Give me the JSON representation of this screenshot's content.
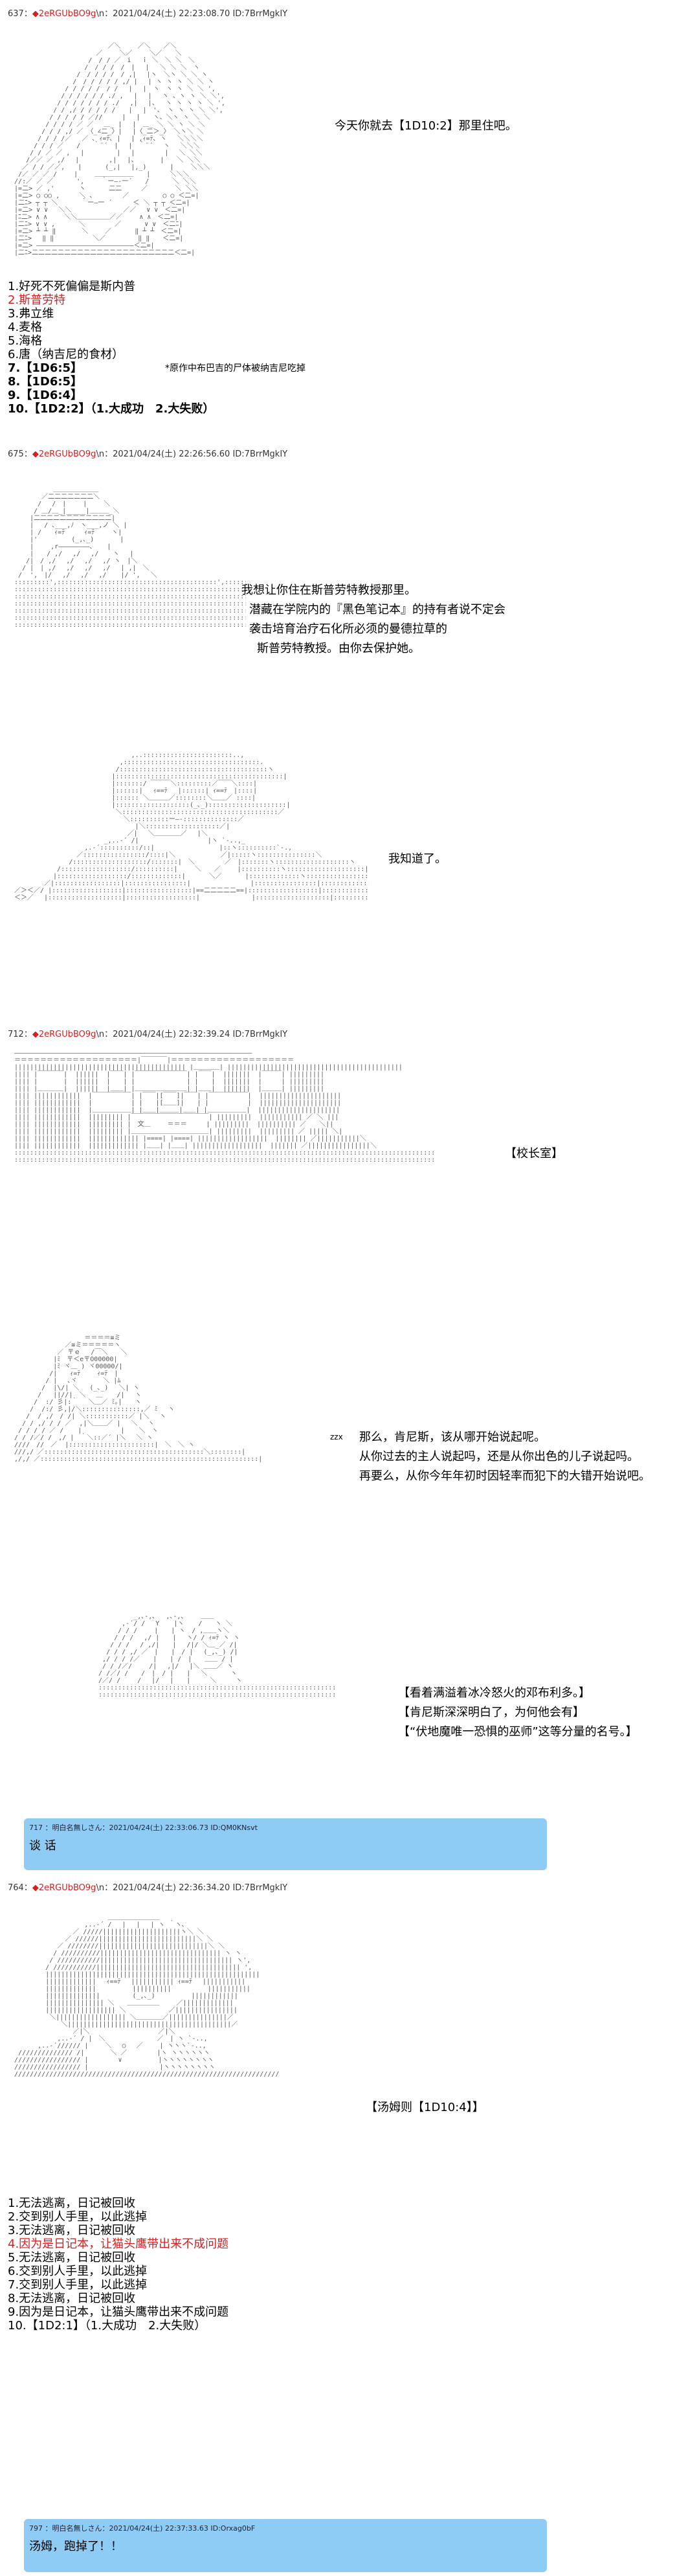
{
  "posts": [
    {
      "header": {
        "num": "637",
        "sep": "：",
        "trip": "◆2eRGUbBO9g",
        "sfx": "\\n",
        "date": "：2021/04/24(土) 22:23:08.70 ID:7BrrMgkIY"
      },
      "speech": [
        "今天你就去【1D10:2】那里住吧。"
      ],
      "list": [
        {
          "text": "1.好死不死偏偏是斯内普",
          "style": "plain"
        },
        {
          "text": "2.斯普劳特",
          "style": "red"
        },
        {
          "text": "3.弗立维",
          "style": "plain"
        },
        {
          "text": "4.麦格",
          "style": "plain"
        },
        {
          "text": "5.海格",
          "style": "plain"
        },
        {
          "text": "6.唐（纳吉尼的食材）",
          "style": "plain"
        },
        {
          "text": "7.【1D6:5】",
          "style": "bold"
        },
        {
          "text": "8.【1D6:5】",
          "style": "bold"
        },
        {
          "text": "9.【1D6:4】",
          "style": "bold"
        },
        {
          "text": "10.【1D2:2】（1.大成功　2.大失败）",
          "style": "plain"
        }
      ],
      "note": "*原作中布巴吉的尸体被纳吉尼吃掉"
    },
    {
      "header": {
        "num": "675",
        "sep": "：",
        "trip": "◆2eRGUbBO9g",
        "sfx": "\\n",
        "date": "：2021/04/24(土) 22:26:56.60 ID:7BrrMgkIY"
      },
      "speech": [
        "我想让你住在斯普劳特教授那里。",
        "潜藏在学院内的『黑色笔记本』的持有者说不定会",
        "袭击培育治疗石化所必须的曼德拉草的",
        "斯普劳特教授。由你去保护她。"
      ],
      "speech2": [
        "我知道了。"
      ]
    },
    {
      "header": {
        "num": "712",
        "sep": "：",
        "trip": "◆2eRGUbBO9g",
        "sfx": "\\n",
        "date": "：2021/04/24(土) 22:32:39.24 ID:7BrrMgkIY"
      },
      "scene": "【校长室】",
      "speech": [
        "那么，肯尼斯，该从哪开始说起呢。",
        "从你过去的主人说起吗，还是从你出色的儿子说起吗。",
        "再要么，从你今年年初时因轻率而犯下的大错开始说吧。"
      ],
      "speech2": [
        "【看着满溢着冰冷怒火的邓布利多。】",
        "【肯尼斯深深明白了，为何他会有】",
        "【“伏地魔唯一恐惧的巫师”这等分量的名号。】"
      ],
      "sfx": "zzx"
    },
    {
      "bubble": {
        "header": "717 ：明白名無しさん：2021/04/24(土) 22:33:06.73 ID:QM0KNsvt",
        "text": "谈 话"
      }
    },
    {
      "header": {
        "num": "764",
        "sep": "：",
        "trip": "◆2eRGUbBO9g",
        "sfx": "\\n",
        "date": "：2021/04/24(土) 22:36:34.20 ID:7BrrMgkIY"
      },
      "speech": [
        "【汤姆则【1D10:4】】"
      ],
      "list": [
        {
          "text": "1.无法逃离，日记被回收",
          "style": "plain"
        },
        {
          "text": "2.交到别人手里，以此逃掉",
          "style": "plain"
        },
        {
          "text": "3.无法逃离，日记被回收",
          "style": "plain"
        },
        {
          "text": "4.因为是日记本，让猫头鹰带出来不成问题",
          "style": "red"
        },
        {
          "text": "5.无法逃离，日记被回收",
          "style": "plain"
        },
        {
          "text": "6.交到别人手里，以此逃掉",
          "style": "plain"
        },
        {
          "text": "7.交到别人手里，以此逃掉",
          "style": "plain"
        },
        {
          "text": "8.无法逃离，日记被回收",
          "style": "plain"
        },
        {
          "text": "9.因为是日记本，让猫头鹰带出来不成问题",
          "style": "plain"
        },
        {
          "text": "10.【1D2:1】（1.大成功　2.大失败）",
          "style": "plain"
        }
      ]
    },
    {
      "bubble": {
        "header": "797 ：明白名無しさん：2021/04/24(土) 22:37:33.63 ID:Orxag0bF",
        "text": "汤姆，跑掉了！！"
      }
    }
  ],
  "icons": {
    "trip_marker": "diamond-icon"
  },
  "colors": {
    "accent_red": "#d81e1e",
    "bubble_blue": "#8ecbf5"
  }
}
